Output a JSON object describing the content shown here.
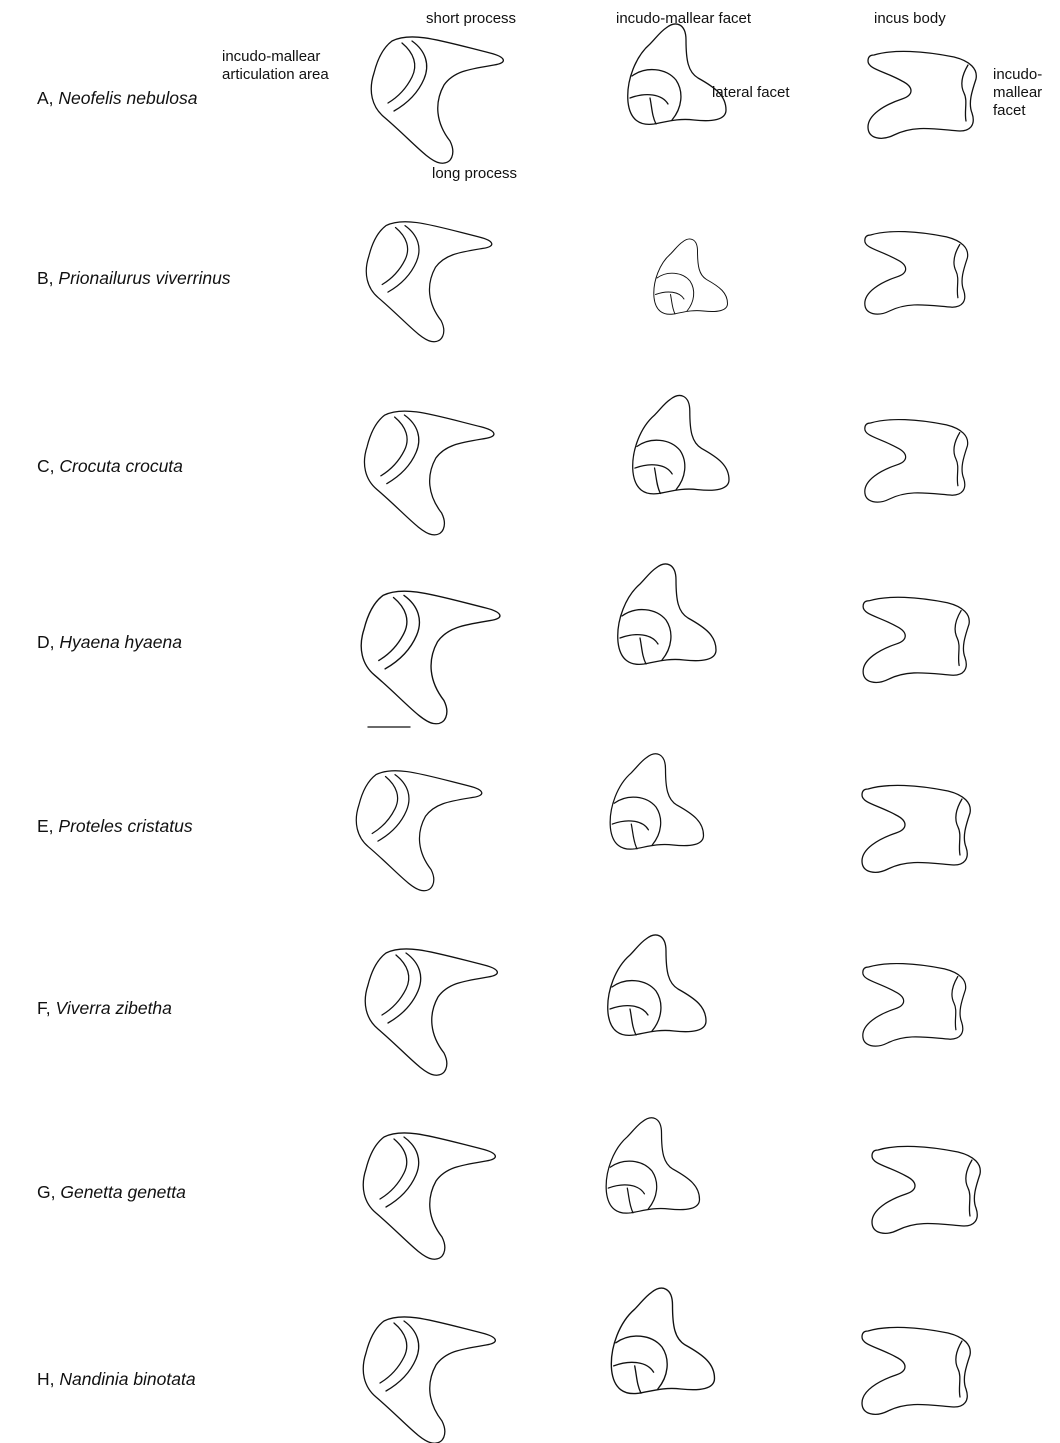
{
  "headers": {
    "short_process": "short process",
    "incudo_mallear_facet": "incudo-mallear facet",
    "incus_body": "incus body",
    "long_process": "long process",
    "articulation_area_line1": "incudo-mallear",
    "articulation_area_line2": "articulation area",
    "lateral_facet": "lateral facet",
    "right_facet_line1": "incudo-",
    "right_facet_line2": "mallear",
    "right_facet_line3": "facet"
  },
  "rows": [
    {
      "letter": "A, ",
      "species": "Neofelis nebulosa"
    },
    {
      "letter": "B, ",
      "species": "Prionailurus viverrinus"
    },
    {
      "letter": "C, ",
      "species": "Crocuta crocuta"
    },
    {
      "letter": "D, ",
      "species": "Hyaena hyaena"
    },
    {
      "letter": "E, ",
      "species": "Proteles cristatus"
    },
    {
      "letter": "F, ",
      "species": "Viverra zibetha"
    },
    {
      "letter": "G, ",
      "species": "Genetta genetta"
    },
    {
      "letter": "H, ",
      "species": "Nandinia binotata"
    }
  ]
}
